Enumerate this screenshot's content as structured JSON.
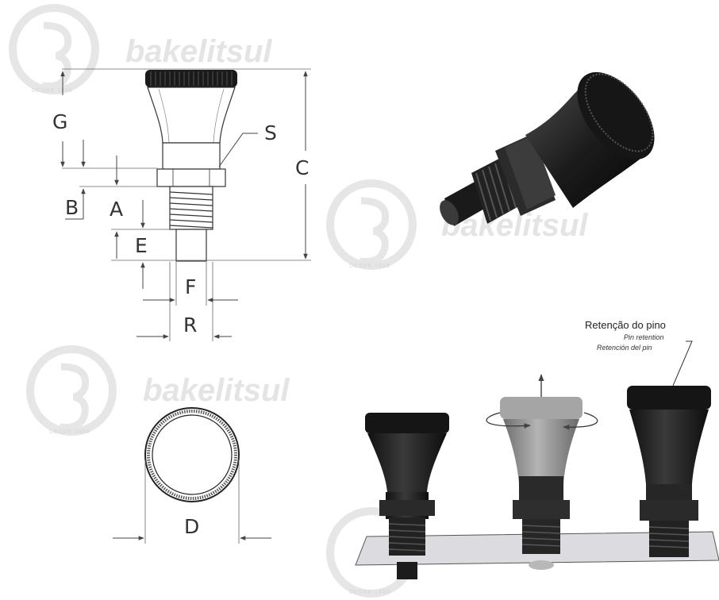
{
  "watermark": {
    "brand": "bakelitsul",
    "since": "DESDE 1959"
  },
  "dimensions": {
    "G": "G",
    "S": "S",
    "B": "B",
    "A": "A",
    "E": "E",
    "C": "C",
    "F": "F",
    "R": "R",
    "D": "D"
  },
  "callout": {
    "pt": "Retenção do pino",
    "en": "Pin retention",
    "es": "Retención del pin"
  },
  "colors": {
    "black_part": "#1e1e1e",
    "grey_part": "#8a8a8a",
    "plate": "#dcdce0"
  }
}
